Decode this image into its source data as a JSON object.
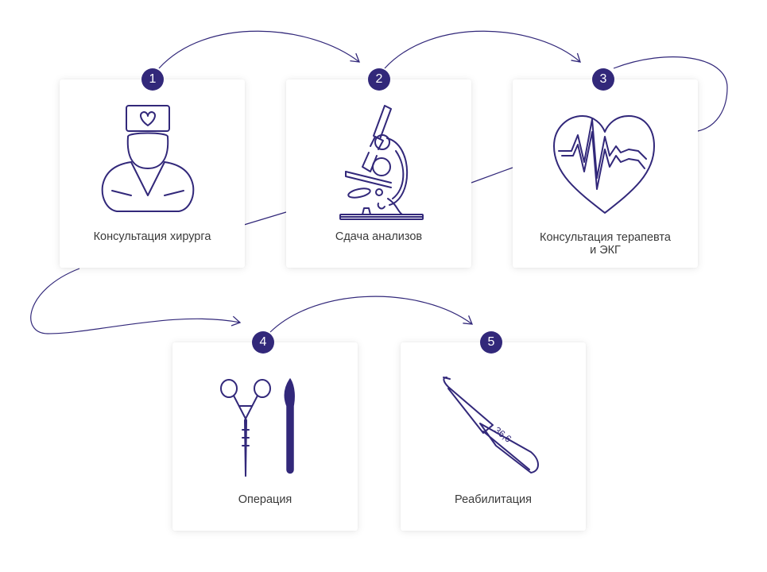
{
  "accent_color": "#32287a",
  "steps": [
    {
      "number": "1",
      "label": "Консультация хирурга",
      "icon": "surgeon-icon"
    },
    {
      "number": "2",
      "label": "Сдача анализов",
      "icon": "microscope-icon"
    },
    {
      "number": "3",
      "label": "Консультация терапевта\nи ЭКГ",
      "icon": "heart-ecg-icon"
    },
    {
      "number": "4",
      "label": "Операция",
      "icon": "surgical-instruments-icon"
    },
    {
      "number": "5",
      "label": "Реабилитация",
      "icon": "thermometer-icon"
    }
  ],
  "thermometer_reading": "36,6"
}
